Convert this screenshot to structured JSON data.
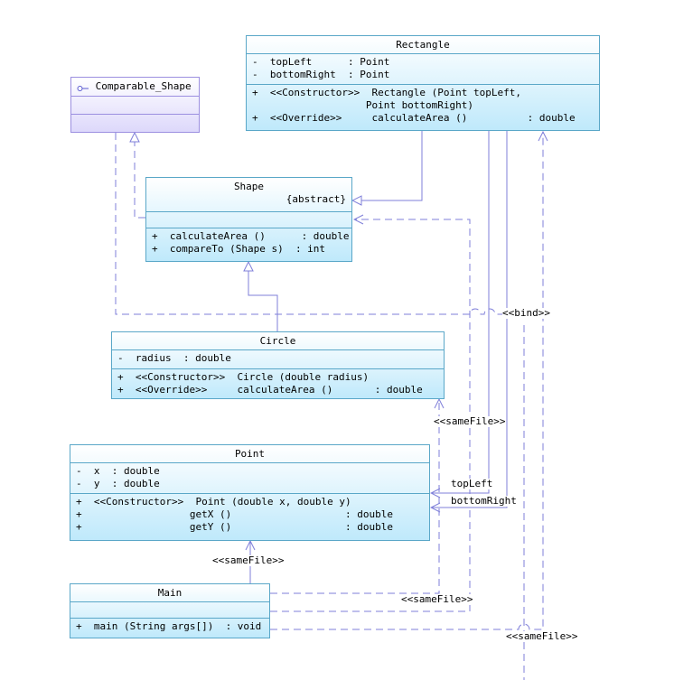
{
  "classes": {
    "rectangle": {
      "name": "Rectangle",
      "attributes": [
        "-  topLeft      : Point",
        "-  bottomRight  : Point"
      ],
      "operations": [
        "+  <<Constructor>>  Rectangle (Point topLeft,",
        "                   Point bottomRight)",
        "+  <<Override>>     calculateArea ()          : double"
      ]
    },
    "comparable": {
      "name": "Comparable_Shape",
      "icon": "interface-lollipop-icon"
    },
    "shape": {
      "name": "Shape",
      "stereotype": "{abstract}",
      "operations": [
        "+  calculateArea ()      : double",
        "+  compareTo (Shape s)  : int"
      ]
    },
    "circle": {
      "name": "Circle",
      "attributes": [
        "-  radius  : double"
      ],
      "operations": [
        "+  <<Constructor>>  Circle (double radius)",
        "+  <<Override>>     calculateArea ()       : double"
      ]
    },
    "point": {
      "name": "Point",
      "attributes": [
        "-  x  : double",
        "-  y  : double"
      ],
      "operations": [
        "+  <<Constructor>>  Point (double x, double y)",
        "+                  getX ()                   : double",
        "+                  getY ()                   : double"
      ]
    },
    "main": {
      "name": "Main",
      "operations": [
        "+  main (String args[])  : void"
      ]
    }
  },
  "labels": {
    "bind": "<<bind>>",
    "same_file_circle": "<<sameFile>>",
    "same_file_point": "<<sameFile>>",
    "same_file_main": "<<sameFile>>",
    "same_file_bottom": "<<sameFile>>",
    "top_left": "topLeft",
    "bottom_right": "bottomRight"
  },
  "colors": {
    "line": "#7f7fd9",
    "class_fill": "#bfe9fb",
    "interface_fill": "#ddd8fb",
    "border": "#5aa7c8"
  }
}
